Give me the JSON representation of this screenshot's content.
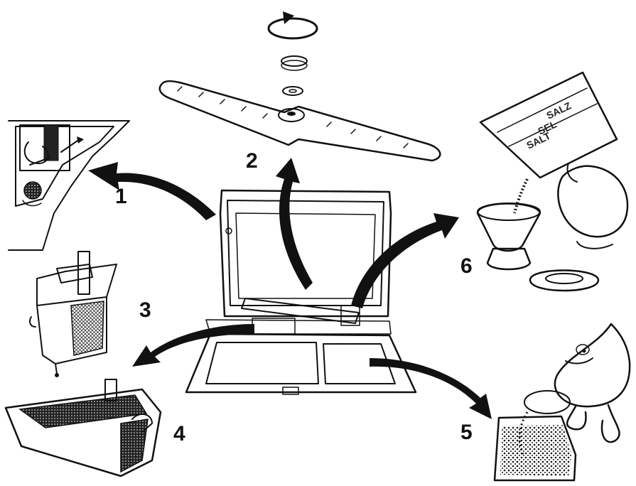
{
  "callouts": [
    {
      "label": "1"
    },
    {
      "label": "2"
    },
    {
      "label": "3"
    },
    {
      "label": "4"
    },
    {
      "label": "5"
    },
    {
      "label": "6"
    }
  ],
  "salt_package": {
    "text": "SALT",
    "text2": "SALZ",
    "text3": "SEL"
  },
  "colors": {
    "ink": "#111111",
    "paper": "#ffffff"
  }
}
